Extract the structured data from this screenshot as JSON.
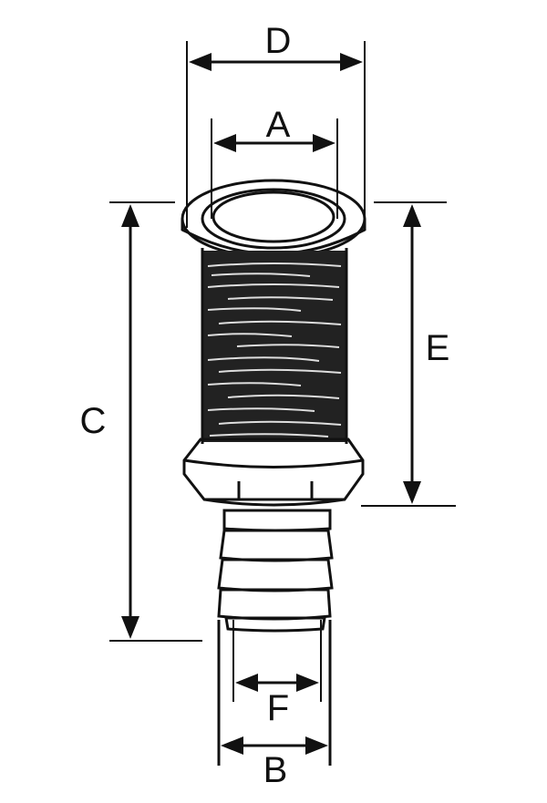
{
  "labels": {
    "d": "D",
    "a": "A",
    "c": "C",
    "e": "E",
    "f": "F",
    "b": "B"
  },
  "colors": {
    "ink": "#111111",
    "background": "#ffffff",
    "thread": "#2a2a2a"
  }
}
